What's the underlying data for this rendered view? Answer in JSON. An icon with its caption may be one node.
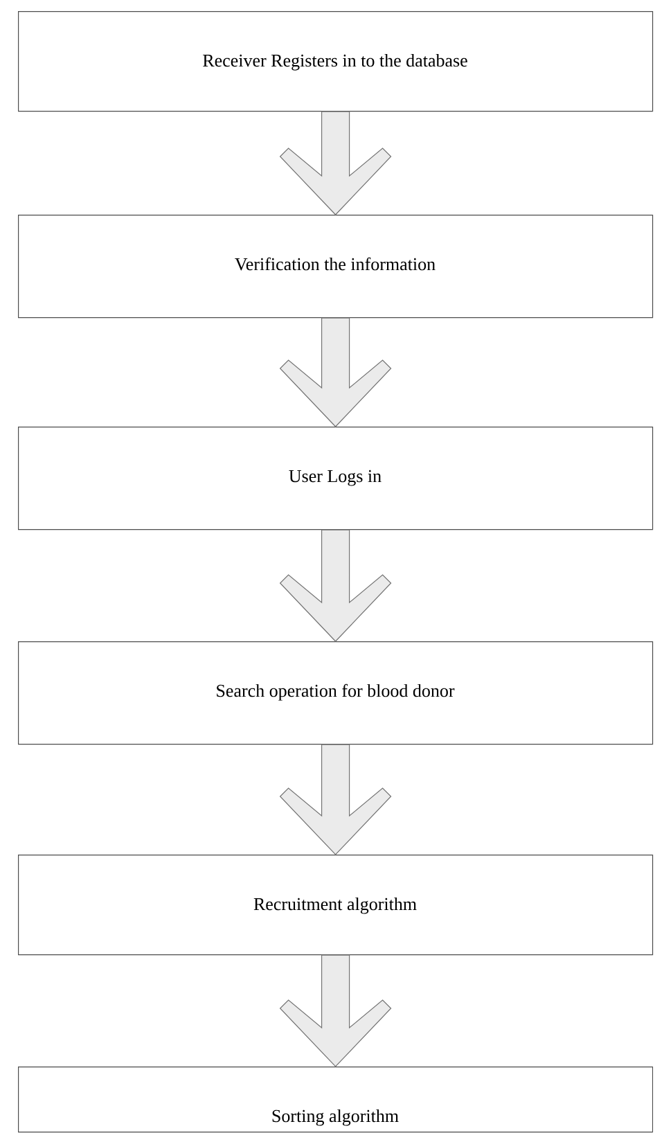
{
  "diagram": {
    "nodes": [
      {
        "text": [
          "Receiver Registers in to the database"
        ]
      },
      {
        "text": [
          "Verification the information"
        ]
      },
      {
        "text": [
          "User Logs in"
        ]
      },
      {
        "text": [
          "Search operation for blood donor"
        ]
      },
      {
        "text": [
          "Recruitment algorithm"
        ]
      },
      {
        "text": [
          "Sorting algorithm"
        ]
      }
    ],
    "edges": [
      {
        "from": 0,
        "to": 1,
        "arrow": "to"
      },
      {
        "from": 1,
        "to": 2,
        "arrow": "to"
      },
      {
        "from": 2,
        "to": 3,
        "arrow": "to"
      },
      {
        "from": 3,
        "to": 4,
        "arrow": "to"
      },
      {
        "from": 4,
        "to": 5,
        "arrow": "to"
      }
    ]
  }
}
